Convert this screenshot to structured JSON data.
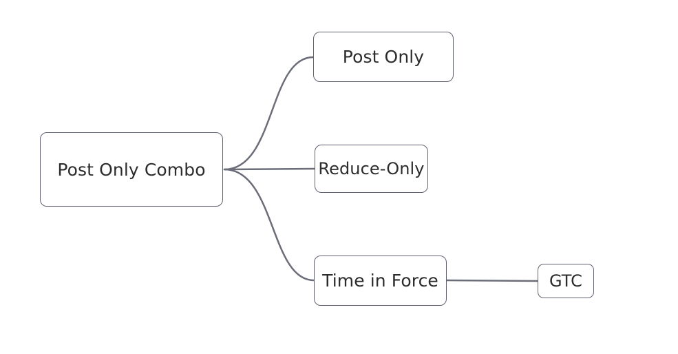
{
  "diagram": {
    "line_color": "#6b6e79",
    "border_color": "#5f6370",
    "text_color": "#2c2c2c",
    "root": {
      "label": "Post Only Combo"
    },
    "children": [
      {
        "label": "Post Only"
      },
      {
        "label": "Reduce-Only"
      },
      {
        "label": "Time in Force",
        "children": [
          {
            "label": "GTC"
          }
        ]
      }
    ]
  }
}
